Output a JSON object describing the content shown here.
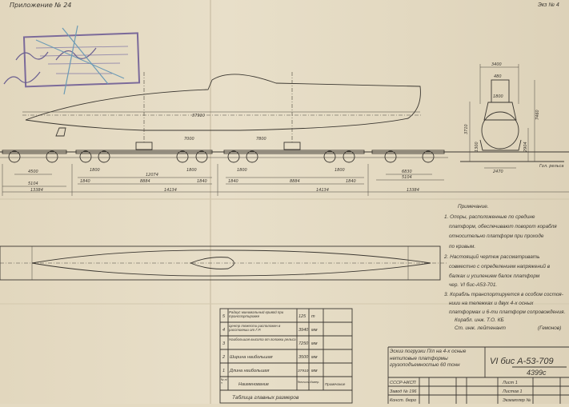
{
  "header": {
    "appendix": "Приложение № 24",
    "copy_number": "Экз № 4"
  },
  "side_view": {
    "dimensions": {
      "hull_length": "37910",
      "support_1": "7000",
      "support_2": "7800",
      "bogie_spacing": [
        "4500",
        "1800",
        "1800",
        "1800",
        "1800",
        "6830"
      ],
      "platform_lengths": [
        "5104",
        "12074",
        "5104"
      ],
      "segments": [
        "1840",
        "8884",
        "1840",
        "1840",
        "8884",
        "1840"
      ],
      "totals": [
        "13384",
        "14134",
        "14134",
        "13384"
      ]
    }
  },
  "section_view": {
    "width": "3400",
    "tower_width": "480",
    "tower_base": "1800",
    "height_total": "7460",
    "height_left": "3710",
    "height_axis": "2904",
    "deck": "1300",
    "base_width": "2470",
    "rail_label": "Гол. рельса"
  },
  "notes": {
    "title": "Примечание.",
    "lines": [
      "1. Опоры, расположенные по средине",
      "платформ, обеспечивают поворот корабля",
      "относительно платформ при проходе",
      "по кривым.",
      "2. Настоящий чертеж рассматривать",
      "совместно с определением напряжений в",
      "балках и усилением балок платформ",
      "чер. VI бис-А53-701.",
      "3. Корабль транспортируется в особом состоя-",
      "ниии на тележках и двух 4-х осных",
      "платформах и 6-ти платформ сопровождения."
    ],
    "signature_role": "Ст. инж. лейтенант",
    "signature_org": "Корабл. инж. Т.О. КБ",
    "signature_name": "(Гемонов)"
  },
  "dimensions_table": {
    "rows": [
      {
        "no": "5",
        "name": "Радиус минимальный кривой при транспортировке",
        "value": "125",
        "unit": "m",
        "note": ""
      },
      {
        "no": "4",
        "name": "Центр тяжести расположен в расстоянии от Г.Р.",
        "value": "3940",
        "unit": "мм",
        "note": ""
      },
      {
        "no": "3",
        "name": "Наибольшая высота от головки рельса",
        "value": "7250",
        "unit": "мм",
        "note": ""
      },
      {
        "no": "2",
        "name": "Ширина наибольшая",
        "value": "3500",
        "unit": "мм",
        "note": ""
      },
      {
        "no": "1",
        "name": "Длина наибольшая",
        "value": "37910",
        "unit": "мм",
        "note": ""
      }
    ],
    "header": {
      "no": "№ п/п",
      "name": "Наименование",
      "value": "Величина",
      "unit": "Измер.",
      "note": "Примечание"
    },
    "caption": "Таблица главных размеров"
  },
  "title_block": {
    "title": "Эскиз погрузки П/л на 4-х осные нетиповые платформы грузоподъемностью 60 тонн",
    "drawing_number": "VI бис А-53-709",
    "sub_number": "4399с",
    "org_1": "СССР-НКСП",
    "org_2": "Завод № 196",
    "org_3": "Конст. бюро",
    "sheet": "Лист 1",
    "sheets": "Листов 1",
    "copy_info": "Экземпляр №"
  }
}
